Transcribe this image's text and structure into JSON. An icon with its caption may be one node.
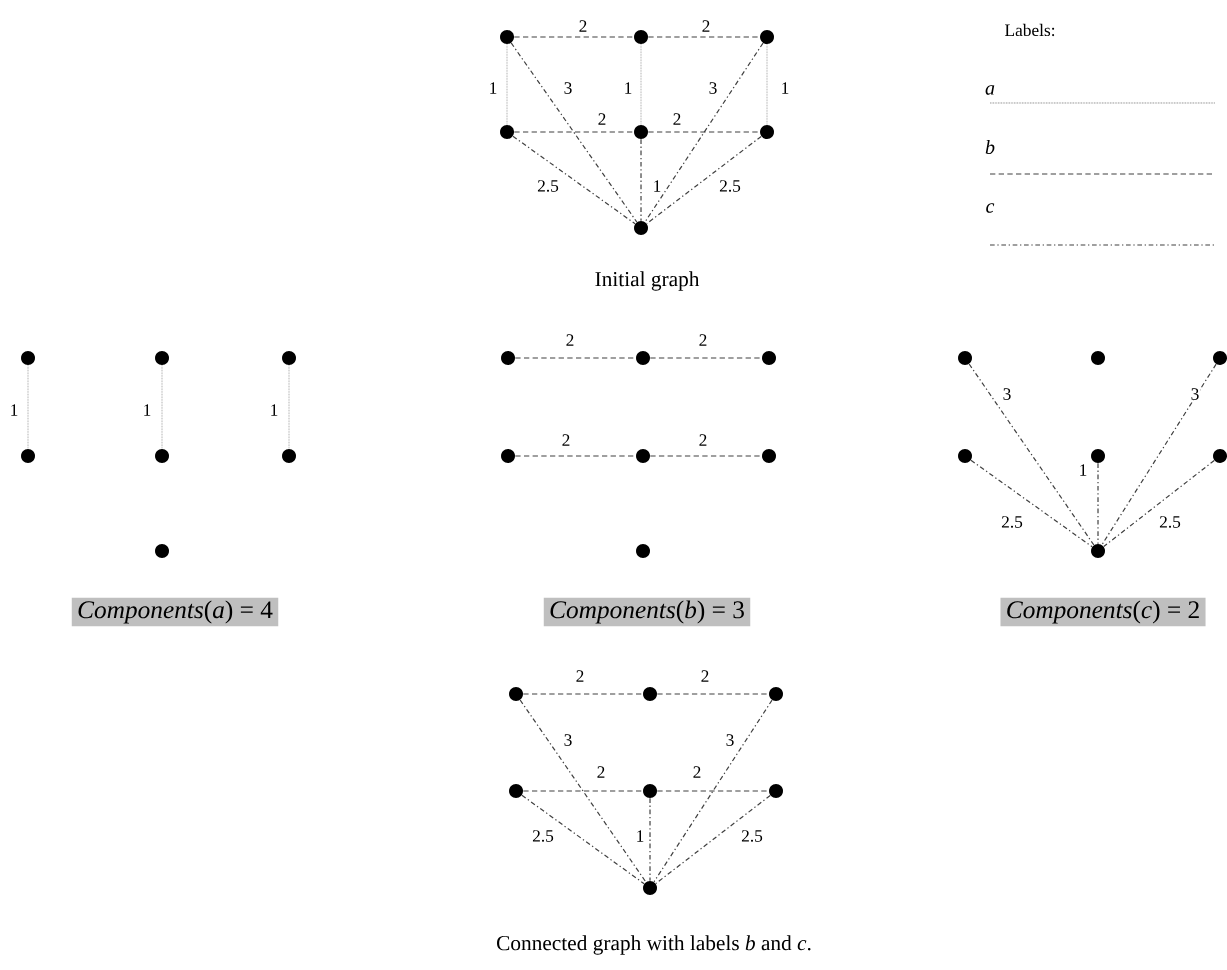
{
  "diagram": {
    "nodes": [
      {
        "text": [],
        "shape": "circle"
      },
      {
        "text": [],
        "shape": "circle"
      },
      {
        "text": [],
        "shape": "circle"
      },
      {
        "text": [],
        "shape": "circle"
      },
      {
        "text": [],
        "shape": "circle"
      },
      {
        "text": [],
        "shape": "circle"
      },
      {
        "text": [],
        "shape": "circle"
      },
      {
        "text": [],
        "shape": "circle"
      },
      {
        "text": [],
        "shape": "circle"
      },
      {
        "text": [],
        "shape": "circle"
      },
      {
        "text": [],
        "shape": "circle"
      },
      {
        "text": [],
        "shape": "circle"
      },
      {
        "text": [],
        "shape": "circle"
      },
      {
        "text": [],
        "shape": "circle"
      },
      {
        "text": [],
        "shape": "circle"
      },
      {
        "text": [],
        "shape": "circle"
      },
      {
        "text": [],
        "shape": "circle"
      },
      {
        "text": [],
        "shape": "circle"
      },
      {
        "text": [],
        "shape": "circle"
      },
      {
        "text": [],
        "shape": "circle"
      },
      {
        "text": [],
        "shape": "circle"
      },
      {
        "text": [],
        "shape": "circle"
      },
      {
        "text": [],
        "shape": "circle"
      },
      {
        "text": [],
        "shape": "circle"
      },
      {
        "text": [],
        "shape": "circle"
      },
      {
        "text": [],
        "shape": "circle"
      },
      {
        "text": [],
        "shape": "circle"
      },
      {
        "text": [],
        "shape": "circle"
      },
      {
        "text": [
          "*Components*(*a*) = 4"
        ]
      },
      {
        "text": [
          "*Components*(*b*) = 3"
        ]
      },
      {
        "text": [
          "*Components*(*c*) = 2"
        ]
      },
      {
        "text": [],
        "shape": "circle"
      },
      {
        "text": [],
        "shape": "circle"
      },
      {
        "text": [],
        "shape": "circle"
      },
      {
        "text": [],
        "shape": "circle"
      },
      {
        "text": [],
        "shape": "circle"
      },
      {
        "text": [],
        "shape": "circle"
      },
      {
        "text": [],
        "shape": "circle"
      }
    ],
    "edges": [
      {
        "from": 0,
        "to": 1,
        "arrow": "none",
        "style": "dashed",
        "label": "2"
      },
      {
        "from": 1,
        "to": 2,
        "arrow": "none",
        "style": "dashed",
        "label": "2"
      },
      {
        "from": 0,
        "to": 3,
        "arrow": "none",
        "color": "#999999",
        "label": "1"
      },
      {
        "from": 1,
        "to": 4,
        "arrow": "none",
        "color": "#999999",
        "label": "1"
      },
      {
        "from": 2,
        "to": 5,
        "arrow": "none",
        "color": "#999999",
        "label": "1"
      },
      {
        "from": 3,
        "to": 4,
        "arrow": "none",
        "style": "dashed",
        "label": "2"
      },
      {
        "from": 4,
        "to": 5,
        "arrow": "none",
        "style": "dashed",
        "label": "2"
      },
      {
        "from": 0,
        "to": 6,
        "arrow": "none",
        "label": "3"
      },
      {
        "from": 2,
        "to": 6,
        "arrow": "none",
        "label": "3"
      },
      {
        "from": 3,
        "to": 6,
        "arrow": "none",
        "label": "2.5"
      },
      {
        "from": 4,
        "to": 6,
        "arrow": "none",
        "label": "1"
      },
      {
        "from": 5,
        "to": 6,
        "arrow": "none",
        "label": "2.5"
      },
      {
        "from": 7,
        "to": 10,
        "arrow": "none",
        "color": "#999999",
        "label": "1"
      },
      {
        "from": 8,
        "to": 11,
        "arrow": "none",
        "color": "#999999",
        "label": "1"
      },
      {
        "from": 9,
        "to": 12,
        "arrow": "none",
        "color": "#999999",
        "label": "1"
      },
      {
        "from": 14,
        "to": 15,
        "arrow": "none",
        "style": "dashed",
        "label": "2"
      },
      {
        "from": 15,
        "to": 16,
        "arrow": "none",
        "style": "dashed",
        "label": "2"
      },
      {
        "from": 17,
        "to": 18,
        "arrow": "none",
        "style": "dashed",
        "label": "2"
      },
      {
        "from": 18,
        "to": 19,
        "arrow": "none",
        "style": "dashed",
        "label": "2"
      },
      {
        "from": 21,
        "to": 27,
        "arrow": "none",
        "label": "3"
      },
      {
        "from": 23,
        "to": 27,
        "arrow": "none",
        "label": "3"
      },
      {
        "from": 24,
        "to": 27,
        "arrow": "none",
        "label": "2.5"
      },
      {
        "from": 25,
        "to": 27,
        "arrow": "none",
        "label": "1"
      },
      {
        "from": 26,
        "to": 27,
        "arrow": "none",
        "label": "2.5"
      },
      {
        "from": 31,
        "to": 32,
        "arrow": "none",
        "style": "dashed",
        "label": "2"
      },
      {
        "from": 32,
        "to": 33,
        "arrow": "none",
        "style": "dashed",
        "label": "2"
      },
      {
        "from": 34,
        "to": 35,
        "arrow": "none",
        "style": "dashed",
        "label": "2"
      },
      {
        "from": 35,
        "to": 36,
        "arrow": "none",
        "style": "dashed",
        "label": "2"
      },
      {
        "from": 31,
        "to": 37,
        "arrow": "none",
        "label": "3"
      },
      {
        "from": 33,
        "to": 37,
        "arrow": "none",
        "label": "3"
      },
      {
        "from": 34,
        "to": 37,
        "arrow": "none",
        "label": "2.5"
      },
      {
        "from": 35,
        "to": 37,
        "arrow": "none",
        "label": "1"
      },
      {
        "from": 36,
        "to": 37,
        "arrow": "none",
        "label": "2.5"
      }
    ],
    "labels": [
      "Labels:",
      "Initial graph",
      "Connected graph with labels *b* and *c*."
    ],
    "legend": [
      {
        "text": "a"
      },
      {
        "text": "b"
      },
      {
        "text": "c"
      }
    ]
  }
}
